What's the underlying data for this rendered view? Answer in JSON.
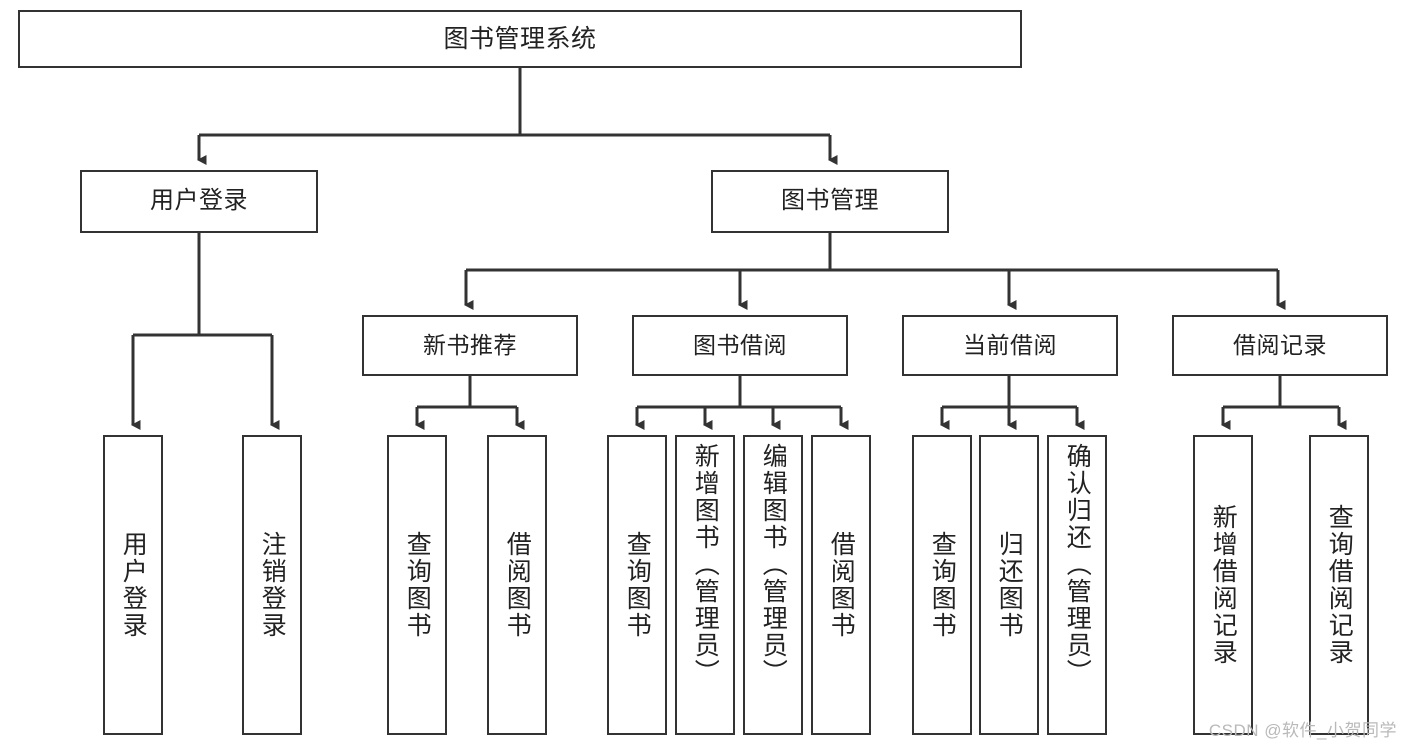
{
  "diagram": {
    "title": "图书管理系统",
    "type": "功能结构图",
    "stroke_color": "#333333",
    "background_color": "#ffffff",
    "text_color": "#222222"
  },
  "nodes": {
    "root": {
      "label": "图书管理系统"
    },
    "level2": [
      {
        "label": "用户登录"
      },
      {
        "label": "图书管理"
      }
    ],
    "level3": [
      {
        "label": "新书推荐"
      },
      {
        "label": "图书借阅"
      },
      {
        "label": "当前借阅"
      },
      {
        "label": "借阅记录"
      }
    ],
    "leaves": {
      "user_login": [
        {
          "label": "用户登录"
        },
        {
          "label": "注销登录"
        }
      ],
      "new_book_recommend": [
        {
          "label": "查询图书"
        },
        {
          "label": "借阅图书"
        }
      ],
      "book_borrow": [
        {
          "label": "查询图书"
        },
        {
          "label": "新增图书（管理员）"
        },
        {
          "label": "编辑图书（管理员）"
        },
        {
          "label": "借阅图书"
        }
      ],
      "current_borrow": [
        {
          "label": "查询图书"
        },
        {
          "label": "归还图书"
        },
        {
          "label": "确认归还（管理员）"
        }
      ],
      "borrow_record": [
        {
          "label": "新增借阅记录"
        },
        {
          "label": "查询借阅记录"
        }
      ]
    }
  },
  "watermark": {
    "text": "CSDN @软件_小贺同学"
  }
}
